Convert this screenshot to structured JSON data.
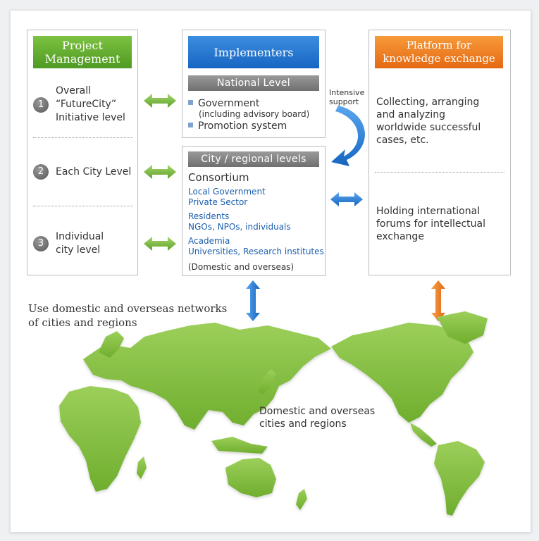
{
  "left": {
    "header": "Project\nManagement",
    "items": [
      {
        "num": "1",
        "text": "Overall\n“FutureCity”\nInitiative level"
      },
      {
        "num": "2",
        "text": "Each City Level"
      },
      {
        "num": "3",
        "text": "Individual\ncity level"
      }
    ]
  },
  "middle": {
    "header": "Implementers",
    "national_label": "National Level",
    "government": "Government",
    "government_note": "(including advisory board)",
    "promotion": "Promotion system",
    "city_label": "City / regional levels",
    "consortium": "Consortium",
    "groups": [
      {
        "title": "Local Government",
        "sub": "Private Sector"
      },
      {
        "title": "Residents",
        "sub": "NGOs, NPOs, individuals"
      },
      {
        "title": "Academia",
        "sub": "Universities, Research institutes"
      }
    ],
    "domestic_note": "(Domestic and overseas)"
  },
  "right": {
    "header": "Platform for\nknowledge exchange",
    "text1": "Collecting, arranging\nand analyzing\nworldwide successful\ncases, etc.",
    "text2": "Holding international\nforums for intellectual\nexchange"
  },
  "support_label": "Intensive\nsupport",
  "networks_label": "Use domestic and overseas networks\nof cities and regions",
  "map_label": "Domestic and overseas\ncities and regions",
  "colors": {
    "green": "#7dc242",
    "blue": "#1765c2",
    "orange": "#e56912",
    "map": "#8cc63f"
  },
  "icons": [
    "double-arrow-icon",
    "curved-arrow-icon",
    "world-map"
  ]
}
